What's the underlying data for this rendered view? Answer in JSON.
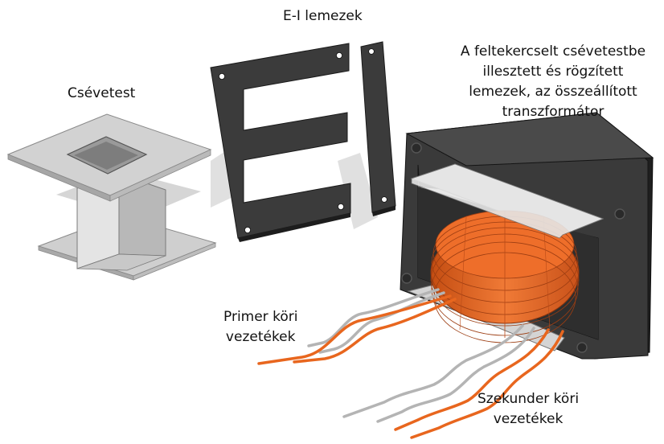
{
  "labels": {
    "bobbin": "Csévetest",
    "ei_laminations": "E-I lemezek",
    "assembled": [
      "A feltekercselt csévetestbe",
      "illesztett és rögzített",
      "lemezek, az összeállított",
      "transzformátor"
    ],
    "primary_leads": [
      "Primer köri",
      "vezetékek"
    ],
    "secondary_leads": [
      "Szekunder köri",
      "vezetékek"
    ]
  },
  "colors": {
    "core": "#3a3a3a",
    "core_dark": "#1c1c1c",
    "bobbin": "#dcdcdc",
    "winding": "#e8661e",
    "wire_gray": "#b4b4b4",
    "shadow": "#cfcfcf"
  }
}
